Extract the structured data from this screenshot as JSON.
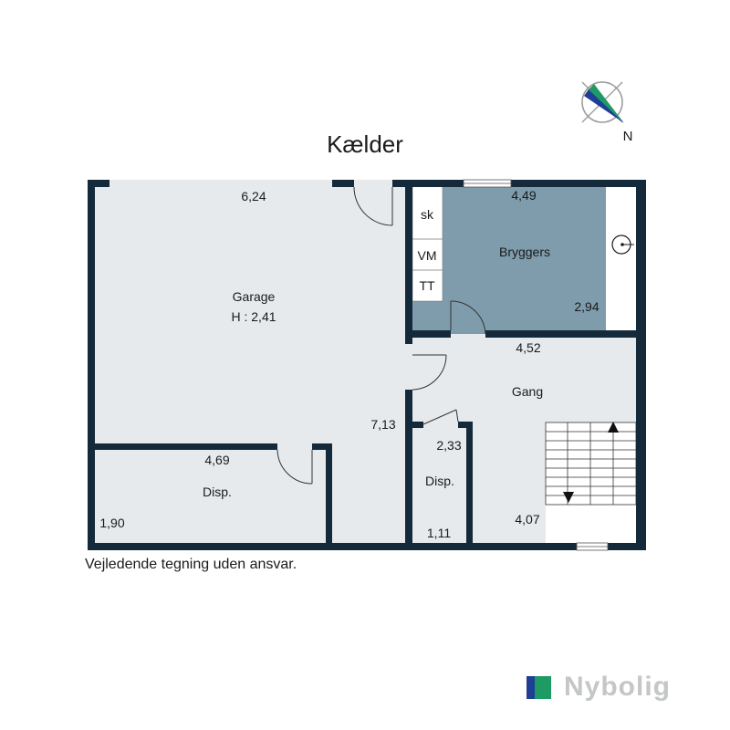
{
  "floor": {
    "title": "Kælder",
    "disclaimer": "Vejledende tegning uden ansvar."
  },
  "compass": {
    "label": "N",
    "icon": "north-arrow-icon"
  },
  "rooms": {
    "garage": {
      "name": "Garage",
      "height": "H : 2,41",
      "width": "6,24",
      "depth": "7,13"
    },
    "bryggers": {
      "name": "Bryggers",
      "width": "4,49",
      "depth": "2,94",
      "appliances": [
        "sk",
        "VM",
        "TT"
      ]
    },
    "gang": {
      "name": "Gang",
      "width": "4,52",
      "depth": "4,07"
    },
    "disp_left": {
      "name": "Disp.",
      "width": "4,69",
      "depth": "1,90"
    },
    "disp_small": {
      "name": "Disp.",
      "width": "1,11",
      "depth": "2,33"
    }
  },
  "colors": {
    "wall": "#14293a",
    "floor": "#e6eaed",
    "bryggers": "#7f9cad",
    "brand_blue": "#1f3f94",
    "brand_green": "#1e9a64",
    "brand_gray": "#c4c6c7"
  },
  "brand": {
    "name": "Nybolig"
  }
}
